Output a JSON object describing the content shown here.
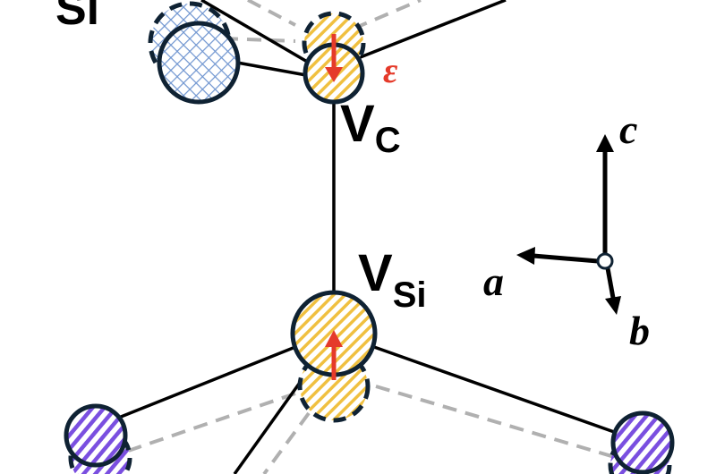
{
  "labels": {
    "si": "Si",
    "vc_main": "V",
    "vc_sub": "C",
    "vsi_main": "V",
    "vsi_sub": "Si",
    "strain": "ε"
  },
  "axes": {
    "a": "a",
    "b": "b",
    "c": "c"
  },
  "colors": {
    "vacancy_fill": "#f0c040",
    "si_fill": "#6f95d0",
    "c_fill": "#7a4fe0",
    "outline": "#0f2233",
    "arrow": "#e53a2a",
    "ghost_bond": "#b0b0b0"
  }
}
